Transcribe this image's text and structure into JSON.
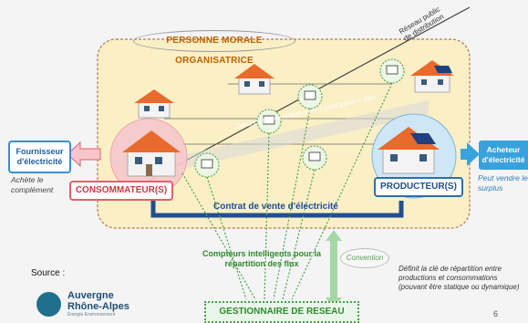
{
  "diagram": {
    "org_label": "PERSONNE MORALE ORGANISATRICE",
    "reseau_label": "Réseau public de distribution",
    "distance_label": "Distance la plus longue entre 2 participants < 2km",
    "fournisseur_label": "Fournisseur d'électricité",
    "acheteur_label": "Acheteur d'électricité",
    "achete_note": "Achète le complément",
    "vendre_note": "Peut vendre le surplus",
    "consommateur_label": "CONSOMMATEUR(S)",
    "producteur_label": "PRODUCTEUR(S)",
    "contrat_label": "Contrat de vente d'électricité",
    "compteurs_label": "Compteurs intelligents pour la répartition des flux",
    "convention_label": "Convention",
    "definit_label": "Définit la clé de répartition entre productions et consommations (pouvant être statique ou dynamique)",
    "source_label": "Source :",
    "gestionnaire_label": "GESTIONNAIRE DE RESEAU",
    "logo_line1": "Auvergne",
    "logo_line2": "Rhône-Alpes",
    "logo_sub": "Énergie Environnement",
    "page_number": "6"
  },
  "colors": {
    "zone_fill": "#fbefc6",
    "zone_border": "#b07a52",
    "consumer_accent": "#e0606a",
    "producer_accent": "#2a6fb0",
    "meter_green": "#4aa04a",
    "arrow_blue": "#1f5fa0",
    "arrow_light_blue": "#39a1dc"
  }
}
